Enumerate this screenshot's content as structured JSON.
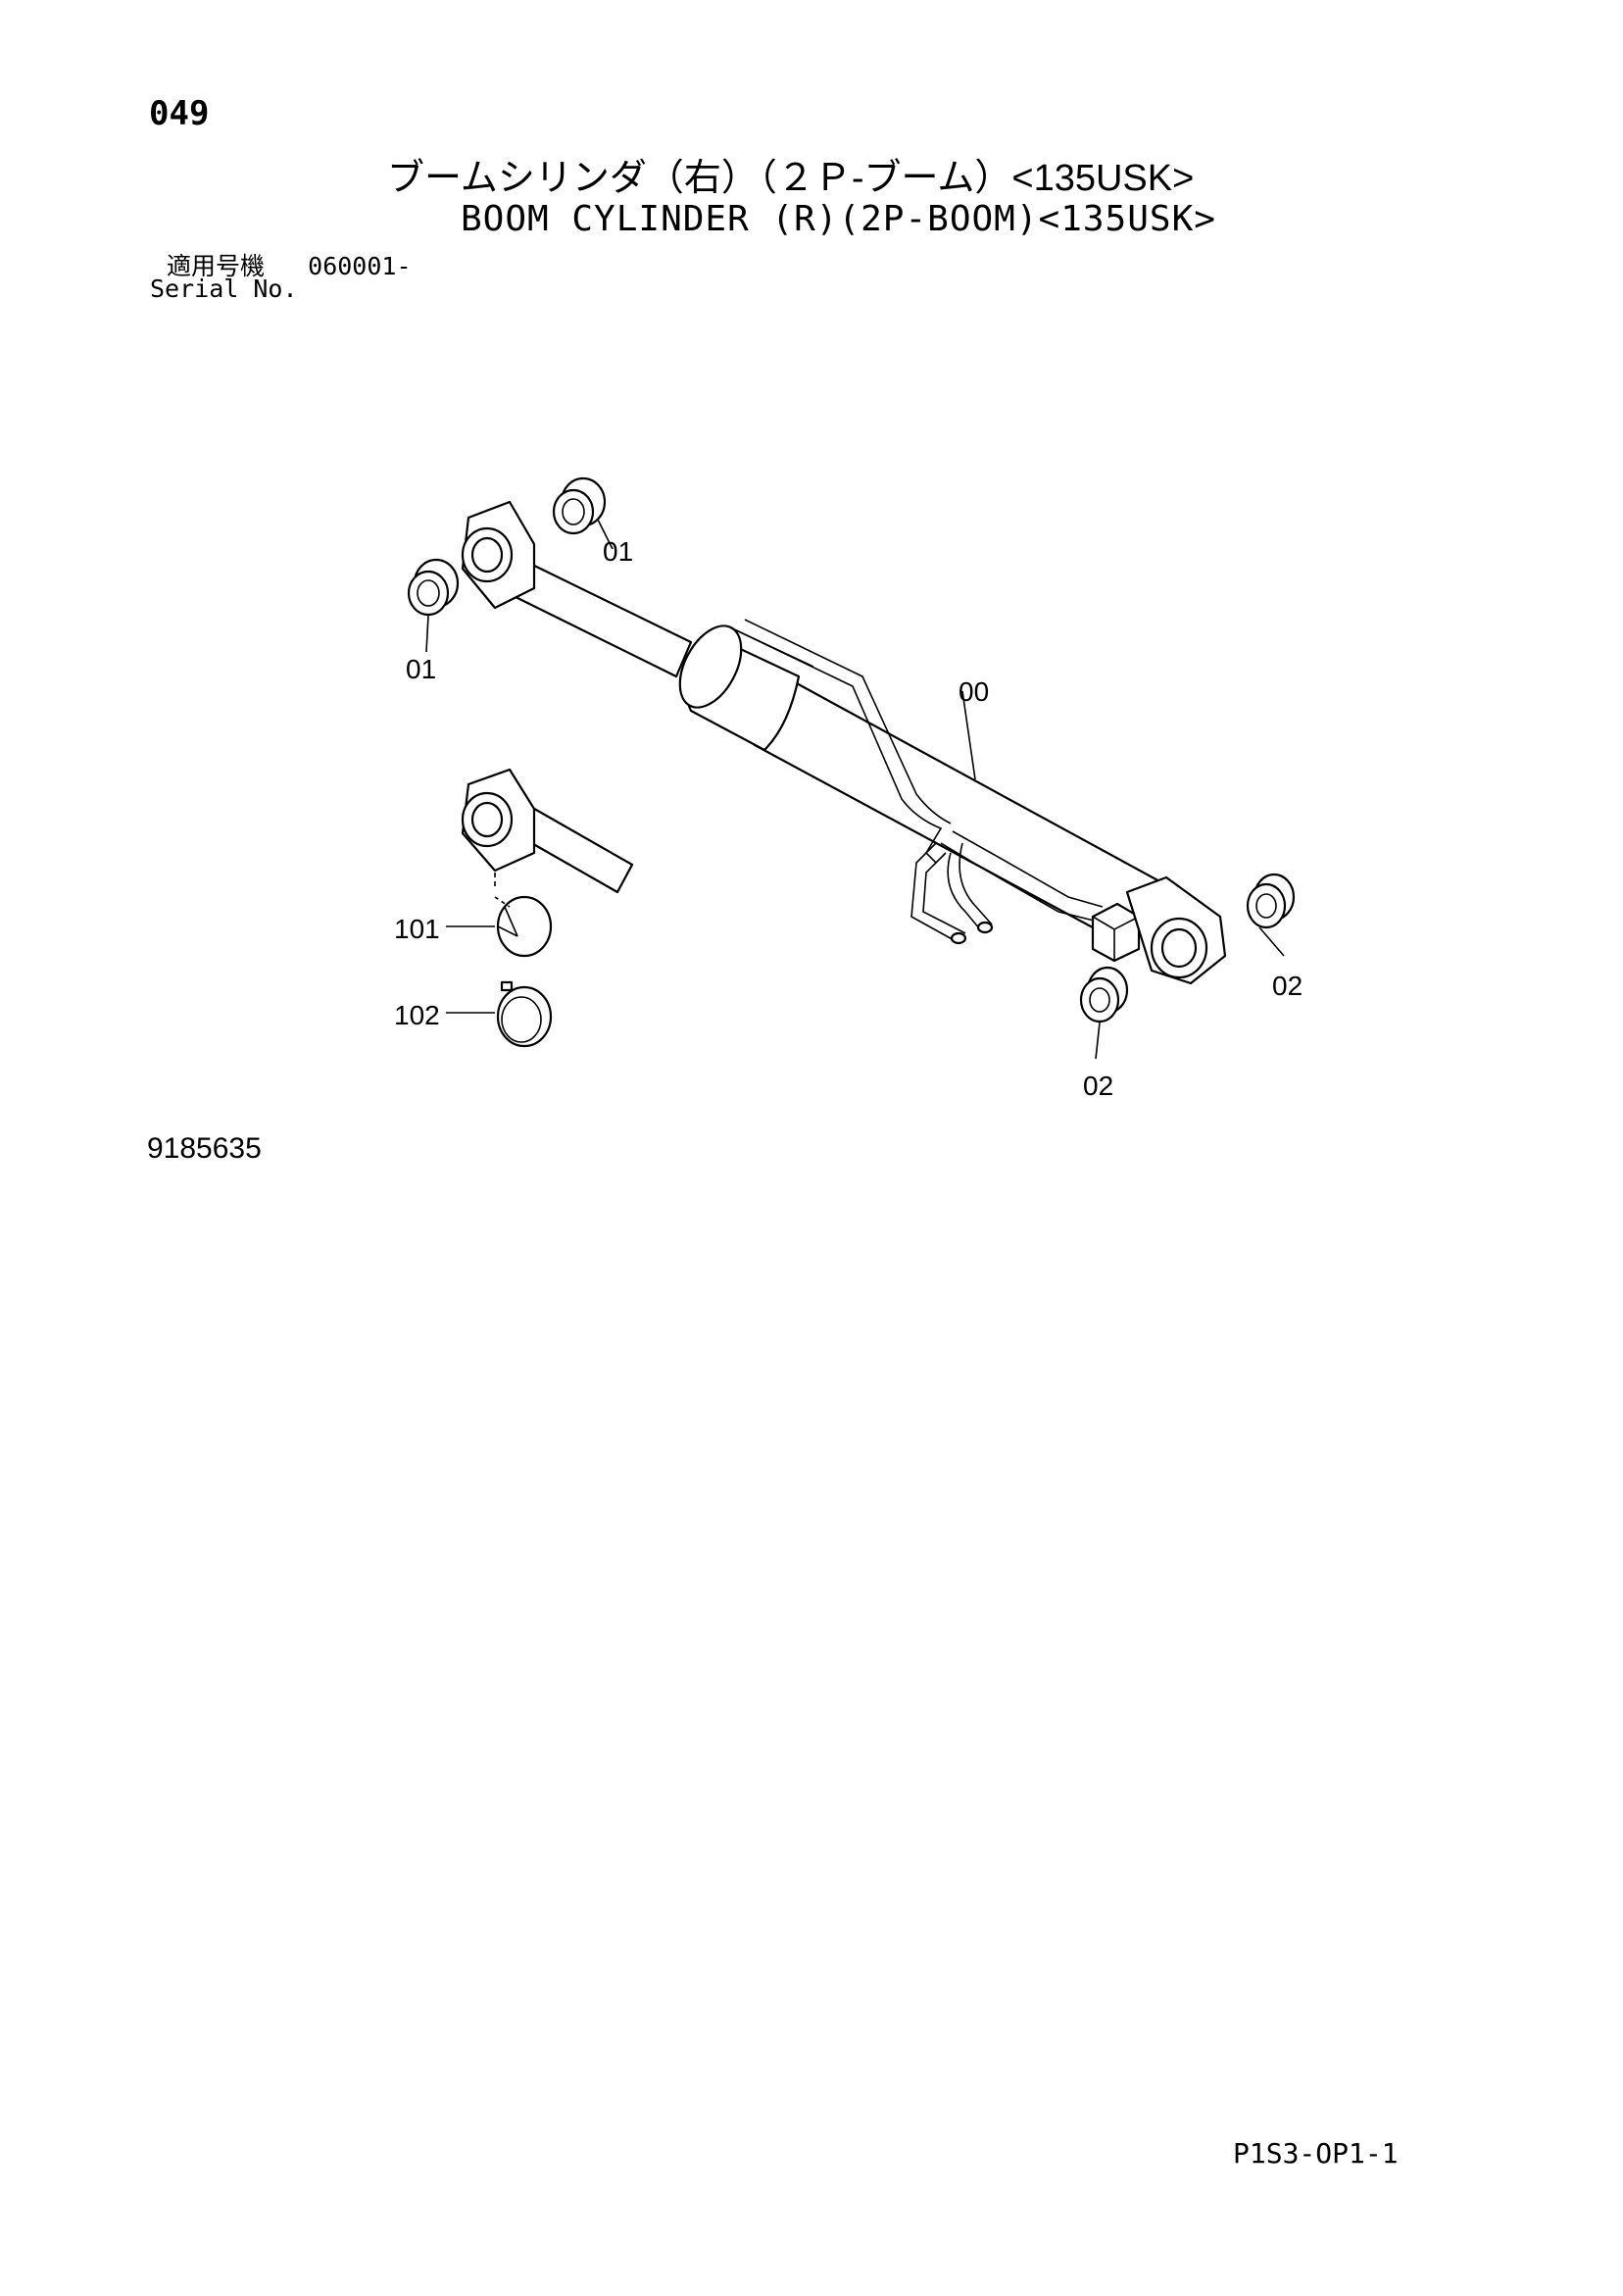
{
  "page_number": "049",
  "title_jp": "ブームシリンダ（右）（２Ｐ-ブーム）<135USK>",
  "title_en": "BOOM CYLINDER (R)(2P-BOOM)<135USK>",
  "serial_jp_label": "適用号機",
  "serial_value": "060001-",
  "serial_en_label": "Serial No.",
  "callouts": {
    "c01a": "01",
    "c01b": "01",
    "c00": "00",
    "c101": "101",
    "c102": "102",
    "c02a": "02",
    "c02b": "02"
  },
  "drawing_number": "9185635",
  "footer_code": "P1S3-OP1-1"
}
